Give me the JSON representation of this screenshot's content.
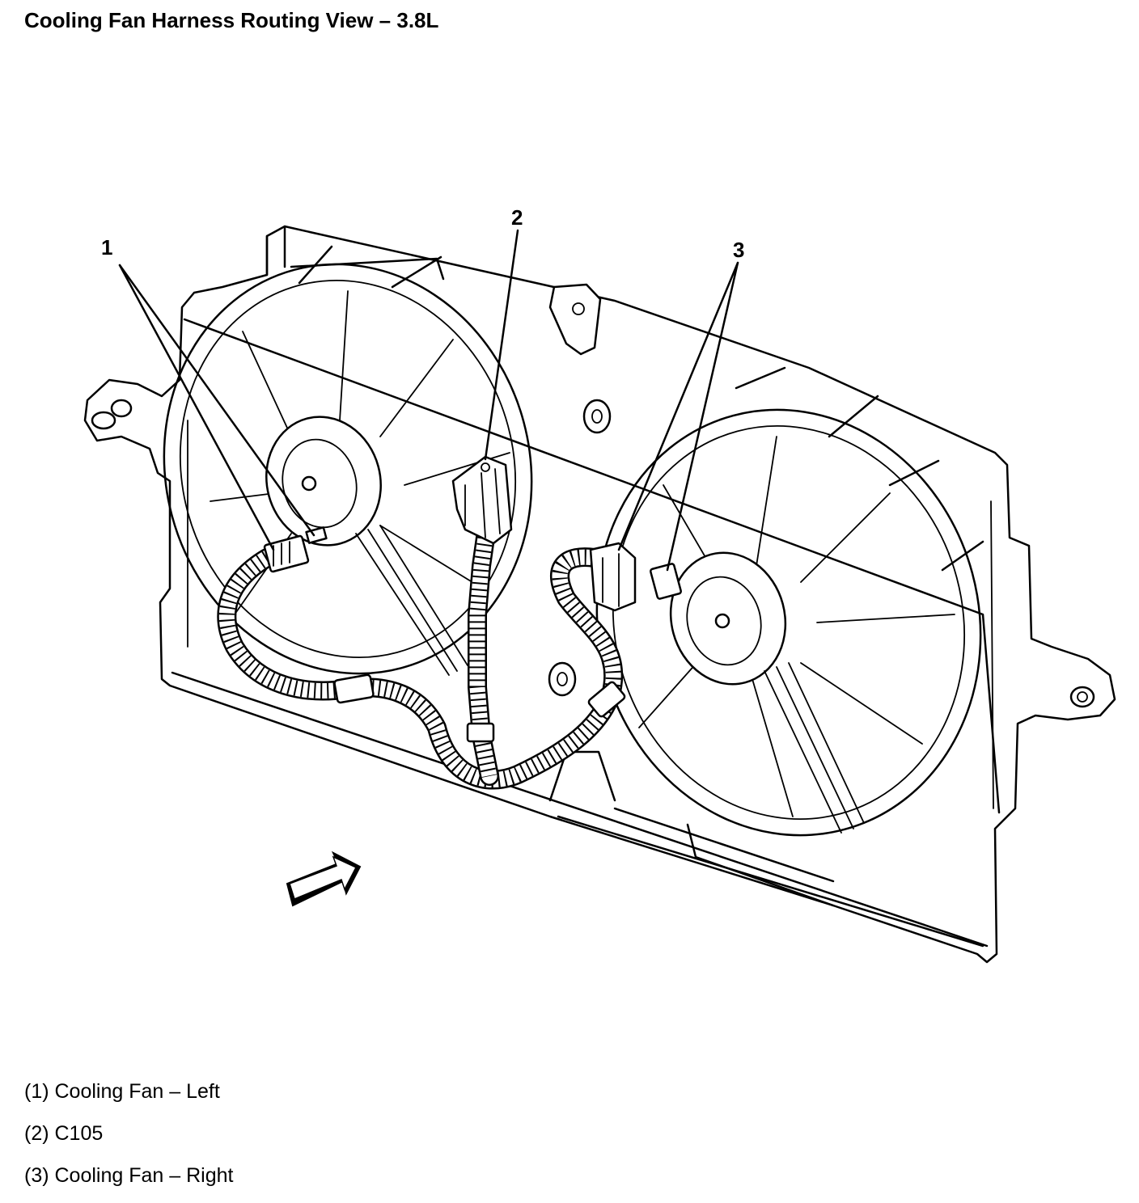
{
  "title": "Cooling Fan Harness Routing View – 3.8L",
  "callouts": [
    {
      "number": "1",
      "label": "(1) Cooling Fan – Left"
    },
    {
      "number": "2",
      "label": "(2) C105"
    },
    {
      "number": "3",
      "label": "(3) Cooling Fan – Right"
    }
  ],
  "icons": {
    "view_arrow": "view-direction-arrow-icon"
  }
}
